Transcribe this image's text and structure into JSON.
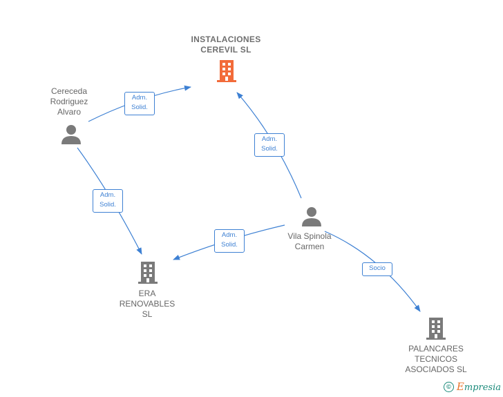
{
  "nodes": {
    "instalaciones": {
      "label": "INSTALACIONES\nCEREVIL  SL",
      "type": "company",
      "color": "#f26b3a"
    },
    "cereceda": {
      "label": "Cereceda\nRodriguez\nAlvaro",
      "type": "person",
      "color": "#7a7a7a"
    },
    "vila": {
      "label": "Vila Spinola\nCarmen",
      "type": "person",
      "color": "#7a7a7a"
    },
    "era": {
      "label": "ERA\nRENOVABLES\nSL",
      "type": "company",
      "color": "#7a7a7a"
    },
    "palancares": {
      "label": "PALANCARES\nTECNICOS\nASOCIADOS SL",
      "type": "company",
      "color": "#7a7a7a"
    }
  },
  "edges": {
    "cereceda_instalaciones": "Adm.\nSolid.",
    "cereceda_era": "Adm.\nSolid.",
    "vila_instalaciones": "Adm.\nSolid.",
    "vila_era": "Adm.\nSolid.",
    "vila_palancares": "Socio"
  },
  "edge_color": "#3d80d3",
  "brand": {
    "symbol": "©",
    "name_first": "E",
    "name_rest": "mpresia"
  }
}
